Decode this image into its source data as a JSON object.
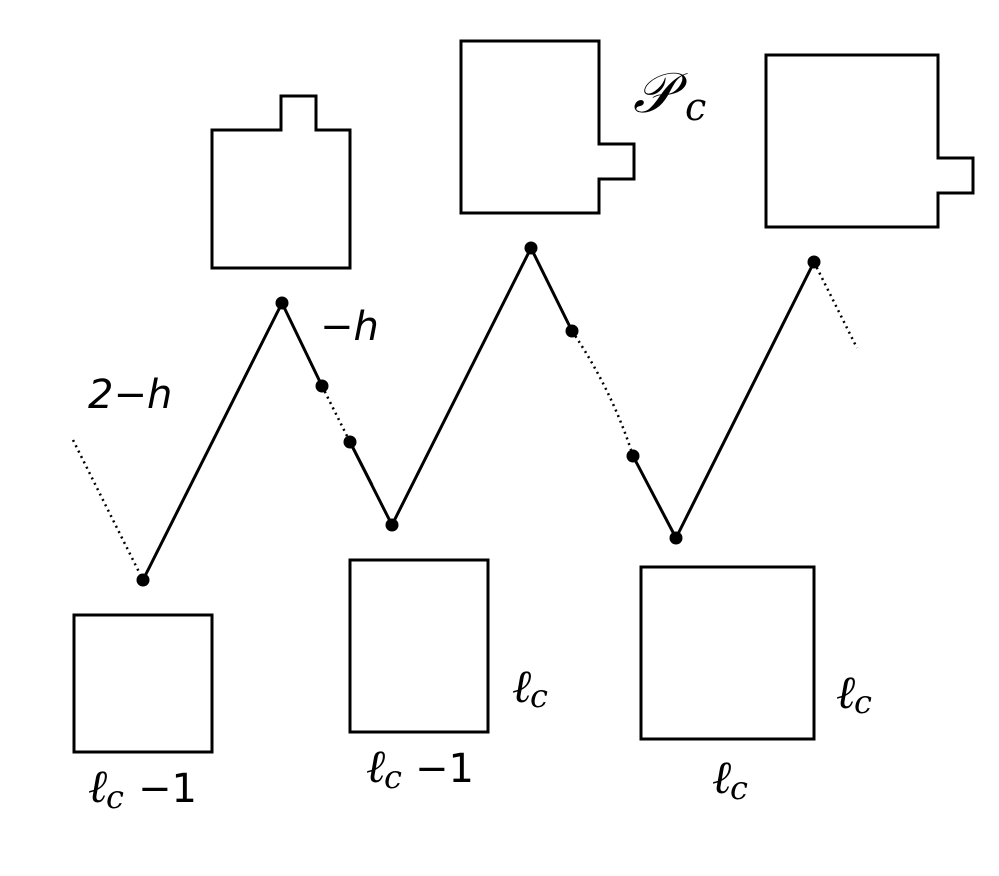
{
  "labels": {
    "weight_left": "2−h",
    "weight_top": "−h",
    "polyomino_name": "𝒫",
    "polyomino_sub": "c",
    "side_lc": "ℓ",
    "side_lc_sub": "c",
    "minus_one": "−1"
  }
}
